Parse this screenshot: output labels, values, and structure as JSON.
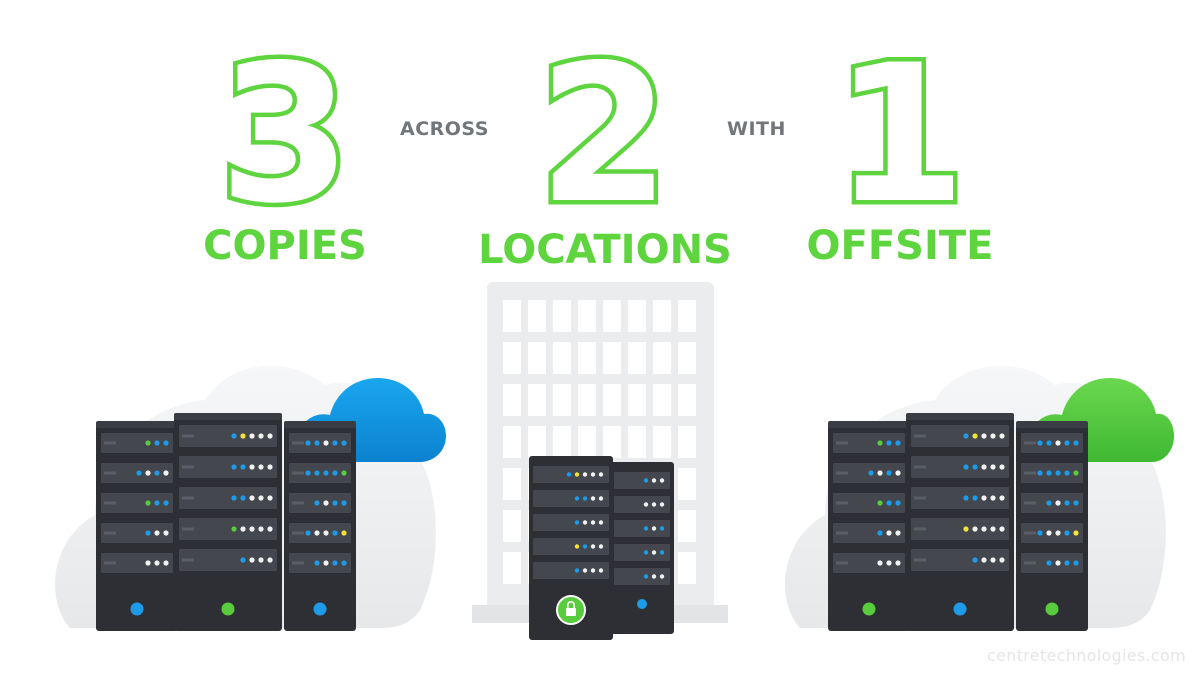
{
  "headline": {
    "num1": "3",
    "word1": "COPIES",
    "conn1": "ACROSS",
    "num2": "2",
    "word2": "LOCATIONS",
    "conn2": "WITH",
    "num3": "1",
    "word3": "OFFSITE"
  },
  "footer": {
    "credit": "centretechnologies.com"
  },
  "colors": {
    "accent_green": "#5ed43e",
    "connector_gray": "#71767a",
    "server_dark": "#2f3136",
    "cloud_blue": "#0e93e0",
    "cloud_green": "#4cc63a",
    "building_gray": "#e9eaec"
  },
  "icons": {
    "left_cloud": "cloud-icon",
    "right_cloud": "cloud-icon",
    "building": "building-icon",
    "lock": "lock-icon"
  }
}
